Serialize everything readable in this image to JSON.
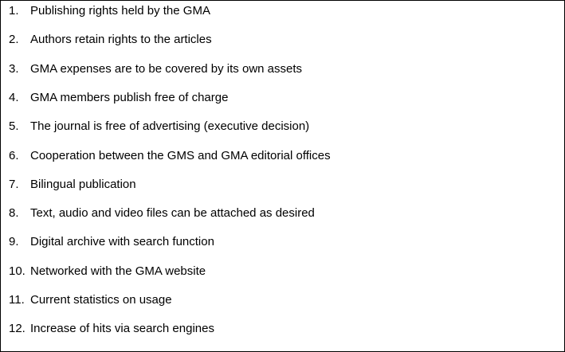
{
  "items": [
    {
      "num": "1.",
      "text": "Publishing rights held by the GMA"
    },
    {
      "num": "2.",
      "text": "Authors retain rights to the articles"
    },
    {
      "num": "3.",
      "text": "GMA expenses are to be covered by its own assets"
    },
    {
      "num": "4.",
      "text": "GMA members publish free of charge"
    },
    {
      "num": "5.",
      "text": "The journal is free of advertising (executive decision)"
    },
    {
      "num": "6.",
      "text": "Cooperation between the GMS and GMA editorial offices"
    },
    {
      "num": "7.",
      "text": "Bilingual publication"
    },
    {
      "num": "8.",
      "text": "Text, audio and video files can be attached as desired"
    },
    {
      "num": "9.",
      "text": "Digital archive with search function"
    },
    {
      "num": "10.",
      "text": "Networked with the GMA website"
    },
    {
      "num": "11.",
      "text": "Current statistics on usage"
    },
    {
      "num": "12.",
      "text": "Increase of hits via search engines"
    }
  ]
}
